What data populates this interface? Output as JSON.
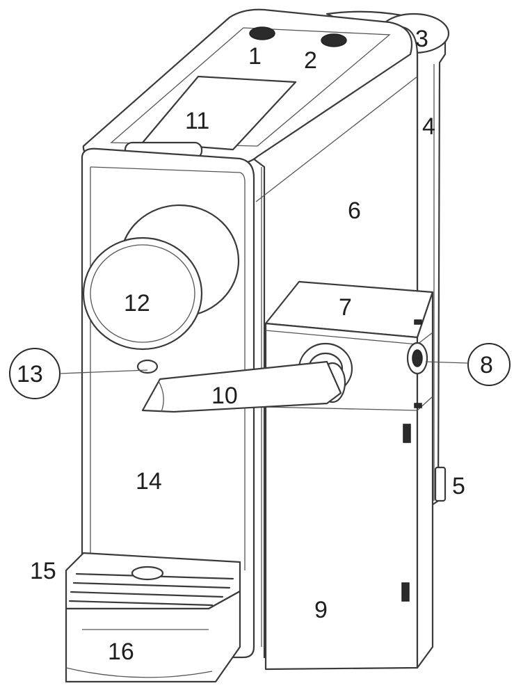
{
  "diagram": {
    "callouts": [
      {
        "id": "1",
        "text": "1"
      },
      {
        "id": "2",
        "text": "2"
      },
      {
        "id": "3",
        "text": "3"
      },
      {
        "id": "4",
        "text": "4"
      },
      {
        "id": "5",
        "text": "5"
      },
      {
        "id": "6",
        "text": "6"
      },
      {
        "id": "7",
        "text": "7"
      },
      {
        "id": "8",
        "text": "8"
      },
      {
        "id": "9",
        "text": "9"
      },
      {
        "id": "10",
        "text": "10"
      },
      {
        "id": "11",
        "text": "11"
      },
      {
        "id": "12",
        "text": "12"
      },
      {
        "id": "13",
        "text": "13"
      },
      {
        "id": "14",
        "text": "14"
      },
      {
        "id": "15",
        "text": "15"
      },
      {
        "id": "16",
        "text": "16"
      }
    ],
    "line_color": "#3a3a3a",
    "background": "#ffffff"
  }
}
